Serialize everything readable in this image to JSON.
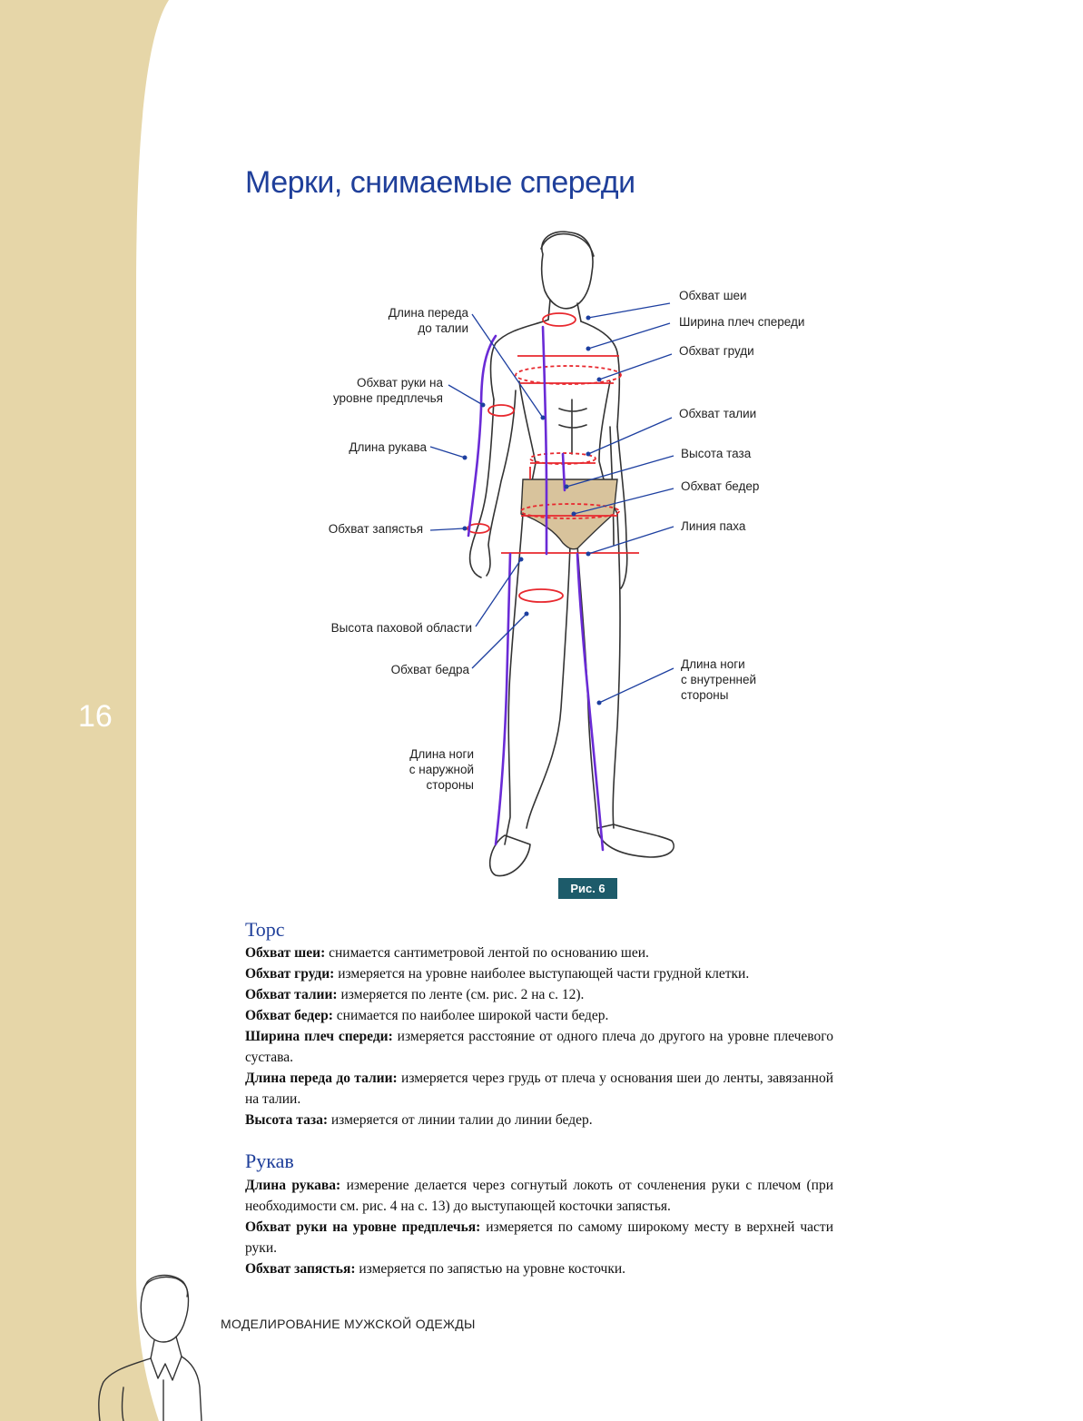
{
  "page_number": "16",
  "title": "Мерки, снимаемые спереди",
  "figure": {
    "tag": "Рис. 6",
    "labels_left": [
      "Длина переда\nдо талии",
      "Обхват руки на\nуровне предплечья",
      "Длина рукава",
      "Обхват запястья",
      "Высота паховой области",
      "Обхват бедра",
      "Длина ноги\nс наружной\nстороны"
    ],
    "labels_right": [
      "Обхват шеи",
      "Ширина плеч спереди",
      "Обхват груди",
      "Обхват талии",
      "Высота таза",
      "Обхват бедер",
      "Линия паха",
      "Длина ноги\nс внутренней\nстороны"
    ]
  },
  "sections": [
    {
      "heading": "Торс",
      "items": [
        {
          "term": "Обхват шеи:",
          "text": " снимается сантиметровой лентой по основанию шеи."
        },
        {
          "term": "Обхват груди:",
          "text": " измеряется на уровне наиболее выступающей части грудной клетки."
        },
        {
          "term": "Обхват талии:",
          "text": " измеряется по ленте (см. рис. 2 на с. 12)."
        },
        {
          "term": "Обхват бедер:",
          "text": " снимается по наиболее широкой части бедер."
        },
        {
          "term": "Ширина плеч спереди:",
          "text": " измеряется расстояние от одного плеча до другого на уровне плечевого сустава."
        },
        {
          "term": "Длина переда до талии:",
          "text": " измеряется через грудь от плеча у основания шеи до ленты, завязанной на талии."
        },
        {
          "term": "Высота таза:",
          "text": " измеряется от линии талии до линии бедер."
        }
      ]
    },
    {
      "heading": "Рукав",
      "items": [
        {
          "term": "Длина рукава:",
          "text": " измерение делается через согнутый локоть от сочленения руки с плечом (при необходимости см. рис. 4 на с. 13) до выступающей косточки запястья."
        },
        {
          "term": "Обхват руки на уровне предплечья:",
          "text": " измеряется по самому широкому месту в верхней части руки."
        },
        {
          "term": "Обхват запястья:",
          "text": " измеряется по запястью на уровне косточки."
        }
      ]
    }
  ],
  "footer": "МОДЕЛИРОВАНИЕ МУЖСКОЙ ОДЕЖДЫ",
  "colors": {
    "band": "#e6d6a8",
    "title": "#1f3f9a",
    "measure_red": "#e8282e",
    "measure_purple": "#6a2bd6",
    "arrow_blue": "#1d3fa0",
    "fig_tag": "#1d5b6a"
  }
}
